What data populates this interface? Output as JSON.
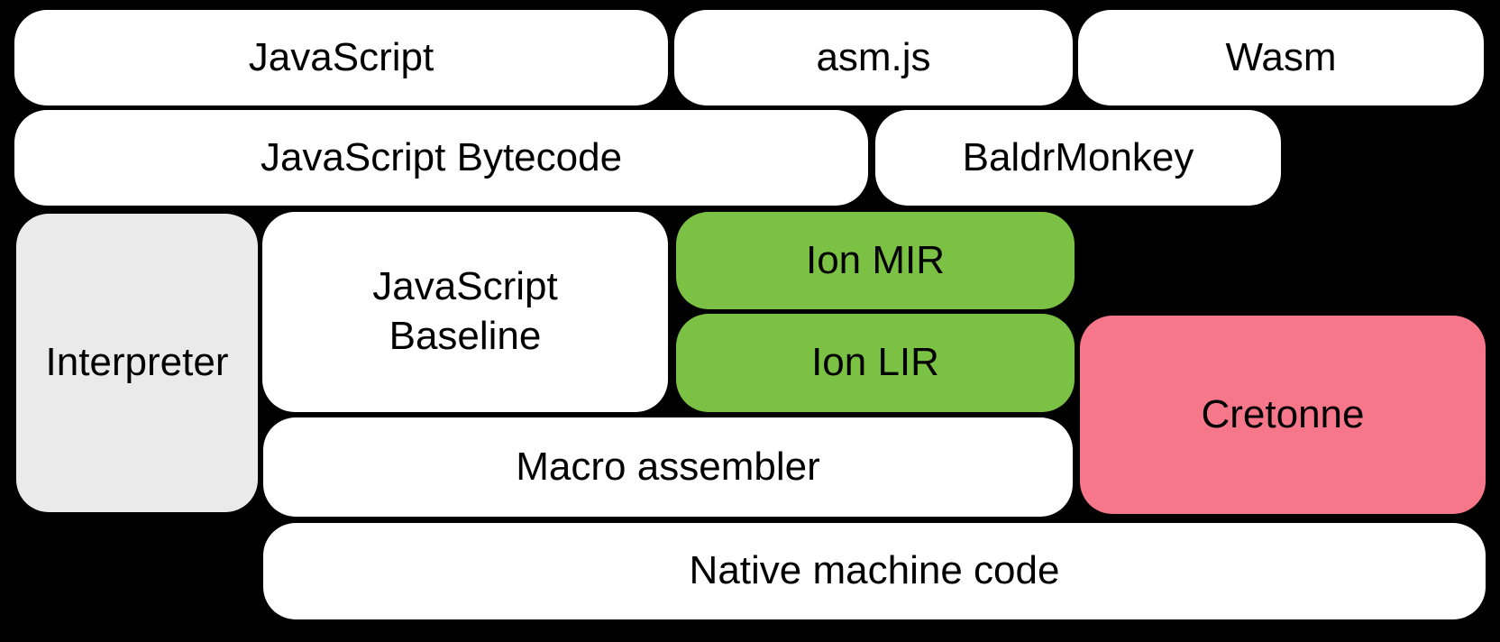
{
  "diagram": {
    "description": "Compiler pipeline block diagram",
    "background_color": "#000000",
    "text_color": "#000000",
    "colors": {
      "box_white": "#FFFFFF",
      "box_gray": "#EAEAEA",
      "box_green": "#7BC143",
      "box_pink": "#F7778A"
    },
    "boxes": [
      {
        "id": "javascript",
        "label": "JavaScript",
        "color": "white"
      },
      {
        "id": "asmjs",
        "label": "asm.js",
        "color": "white"
      },
      {
        "id": "wasm",
        "label": "Wasm",
        "color": "white"
      },
      {
        "id": "javascript-bytecode",
        "label": "JavaScript Bytecode",
        "color": "white"
      },
      {
        "id": "baldrmonkey",
        "label": "BaldrMonkey",
        "color": "white"
      },
      {
        "id": "interpreter",
        "label": "Interpreter",
        "color": "gray"
      },
      {
        "id": "javascript-baseline",
        "label": "JavaScript\nBaseline",
        "color": "white"
      },
      {
        "id": "ion-mir",
        "label": "Ion MIR",
        "color": "green"
      },
      {
        "id": "ion-lir",
        "label": "Ion LIR",
        "color": "green"
      },
      {
        "id": "cretonne",
        "label": "Cretonne",
        "color": "pink"
      },
      {
        "id": "macro-assembler",
        "label": "Macro assembler",
        "color": "white"
      },
      {
        "id": "native-machine-code",
        "label": "Native machine code",
        "color": "white"
      }
    ]
  }
}
